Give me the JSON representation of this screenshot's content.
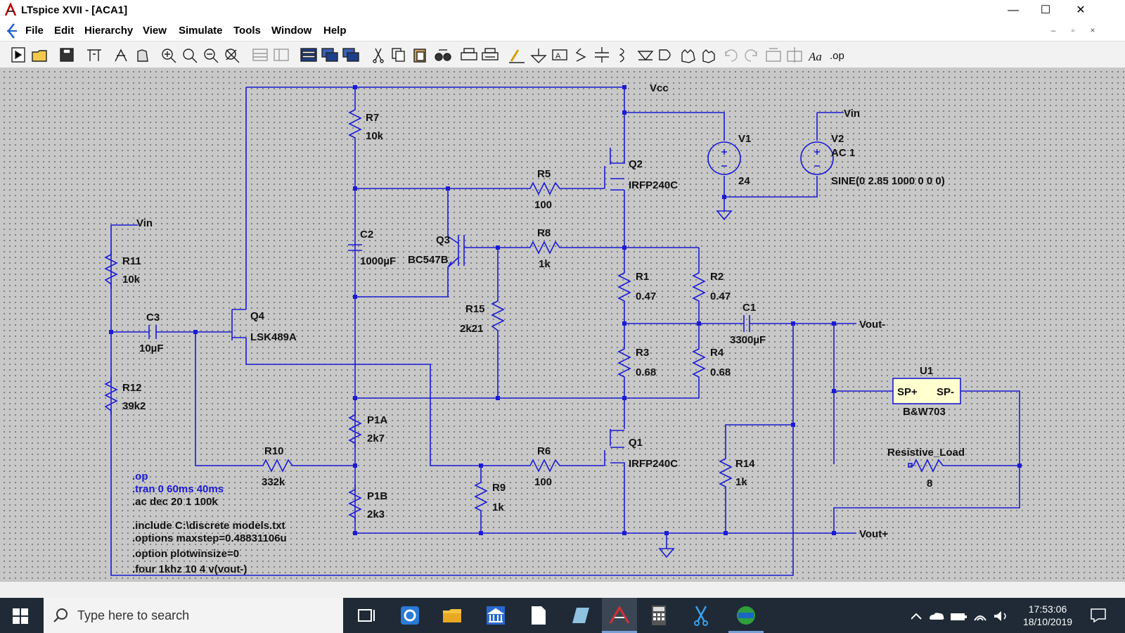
{
  "window": {
    "title": "LTspice XVII - [ACA1]",
    "minimize": "—",
    "maximize": "☐",
    "close": "✕"
  },
  "menu": {
    "items": [
      "File",
      "Edit",
      "Hierarchy",
      "View",
      "Simulate",
      "Tools",
      "Window",
      "Help"
    ],
    "mdi": [
      "–",
      "▫",
      "×"
    ]
  },
  "toolbar": {
    "buttons": [
      "new-schematic",
      "open",
      "save",
      "control-panel",
      "run",
      "halt",
      "zoom-in",
      "pan",
      "zoom-out",
      "zoom-full",
      "tile-h",
      "tile-v",
      "cascade",
      "window-1",
      "window-2",
      "window-3",
      "cut",
      "copy",
      "paste",
      "find",
      "print",
      "print-preview",
      "draw-wire",
      "ground",
      "label-net",
      "resistor",
      "capacitor",
      "inductor",
      "diode",
      "component",
      "move",
      "drag",
      "undo",
      "redo",
      "rotate",
      "mirror",
      "text",
      "spice-directive"
    ],
    "op_label": ".op",
    "aa_label": "Aa"
  },
  "schematic": {
    "nets": {
      "vcc": "Vcc",
      "vin_top": "Vin",
      "vin_left": "Vin",
      "vout_minus": "Vout-",
      "vout_plus": "Vout+"
    },
    "components": {
      "R7": {
        "name": "R7",
        "value": "10k"
      },
      "R5": {
        "name": "R5",
        "value": "100"
      },
      "R8": {
        "name": "R8",
        "value": "1k"
      },
      "R11": {
        "name": "R11",
        "value": "10k"
      },
      "R12": {
        "name": "R12",
        "value": "39k2"
      },
      "C3": {
        "name": "C3",
        "value": "10µF"
      },
      "C2": {
        "name": "C2",
        "value": "1000µF"
      },
      "Q3": {
        "name": "Q3",
        "value": "BC547B"
      },
      "Q4": {
        "name": "Q4",
        "value": "LSK489A"
      },
      "Q2": {
        "name": "Q2",
        "value": "IRFP240C"
      },
      "Q1": {
        "name": "Q1",
        "value": "IRFP240C"
      },
      "V1": {
        "name": "V1",
        "value": "24"
      },
      "V2": {
        "name": "V2",
        "value": "AC 1",
        "sine": "SINE(0 2.85 1000 0 0 0)"
      },
      "R15": {
        "name": "R15",
        "value": "2k21"
      },
      "R1": {
        "name": "R1",
        "value": "0.47"
      },
      "R2": {
        "name": "R2",
        "value": "0.47"
      },
      "R3": {
        "name": "R3",
        "value": "0.68"
      },
      "R4": {
        "name": "R4",
        "value": "0.68"
      },
      "C1": {
        "name": "C1",
        "value": "3300µF"
      },
      "U1": {
        "name": "U1",
        "value": "B&W703",
        "pin1": "SP+",
        "pin2": "SP-"
      },
      "P1A": {
        "name": "P1A",
        "value": "2k7"
      },
      "P1B": {
        "name": "P1B",
        "value": "2k3"
      },
      "R10": {
        "name": "R10",
        "value": "332k"
      },
      "R6": {
        "name": "R6",
        "value": "100"
      },
      "R9": {
        "name": "R9",
        "value": "1k"
      },
      "R14": {
        "name": "R14",
        "value": "1k"
      },
      "RL": {
        "name": "Resistive_Load",
        "value": "8"
      }
    },
    "directives": [
      ".op",
      ".tran 0 60ms 40ms",
      ".ac dec 20 1 100k",
      ".include C:\\discrete models.txt",
      ".options maxstep=0.48831106u",
      ".option plotwinsize=0",
      ".four 1khz 10 4 v(vout-)"
    ],
    "colors": {
      "wire": "#1a1ad6",
      "directive_active": "#1a1ad6",
      "directive_comment": "#000000",
      "background": "#c8c8c8"
    }
  },
  "taskbar": {
    "search_placeholder": "Type here to search",
    "apps": [
      "task-view",
      "edge",
      "file-explorer",
      "bank",
      "notes",
      "app-blue",
      "ltspice",
      "calculator",
      "snipping-tool",
      "app-green"
    ],
    "time": "17:53:06",
    "date": "18/10/2019"
  }
}
